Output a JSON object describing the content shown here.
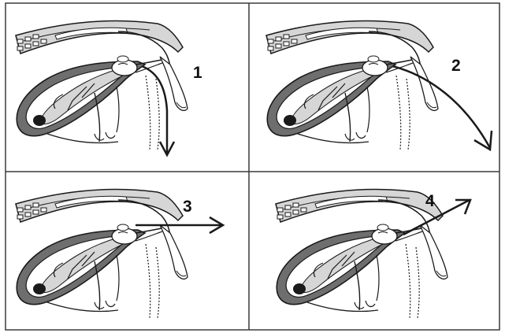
{
  "figure": {
    "panels": [
      {
        "label": "1",
        "direction": "downward"
      },
      {
        "label": "2",
        "direction": "down-and-forward"
      },
      {
        "label": "3",
        "direction": "horizontal"
      },
      {
        "label": "4",
        "direction": "upward"
      }
    ],
    "colors": {
      "line": "#1a1a1a",
      "border": "#3a3a3a",
      "fill_light": "#d6d6d6",
      "fill_dark": "#6e6e6e",
      "paper": "#ffffff"
    }
  }
}
